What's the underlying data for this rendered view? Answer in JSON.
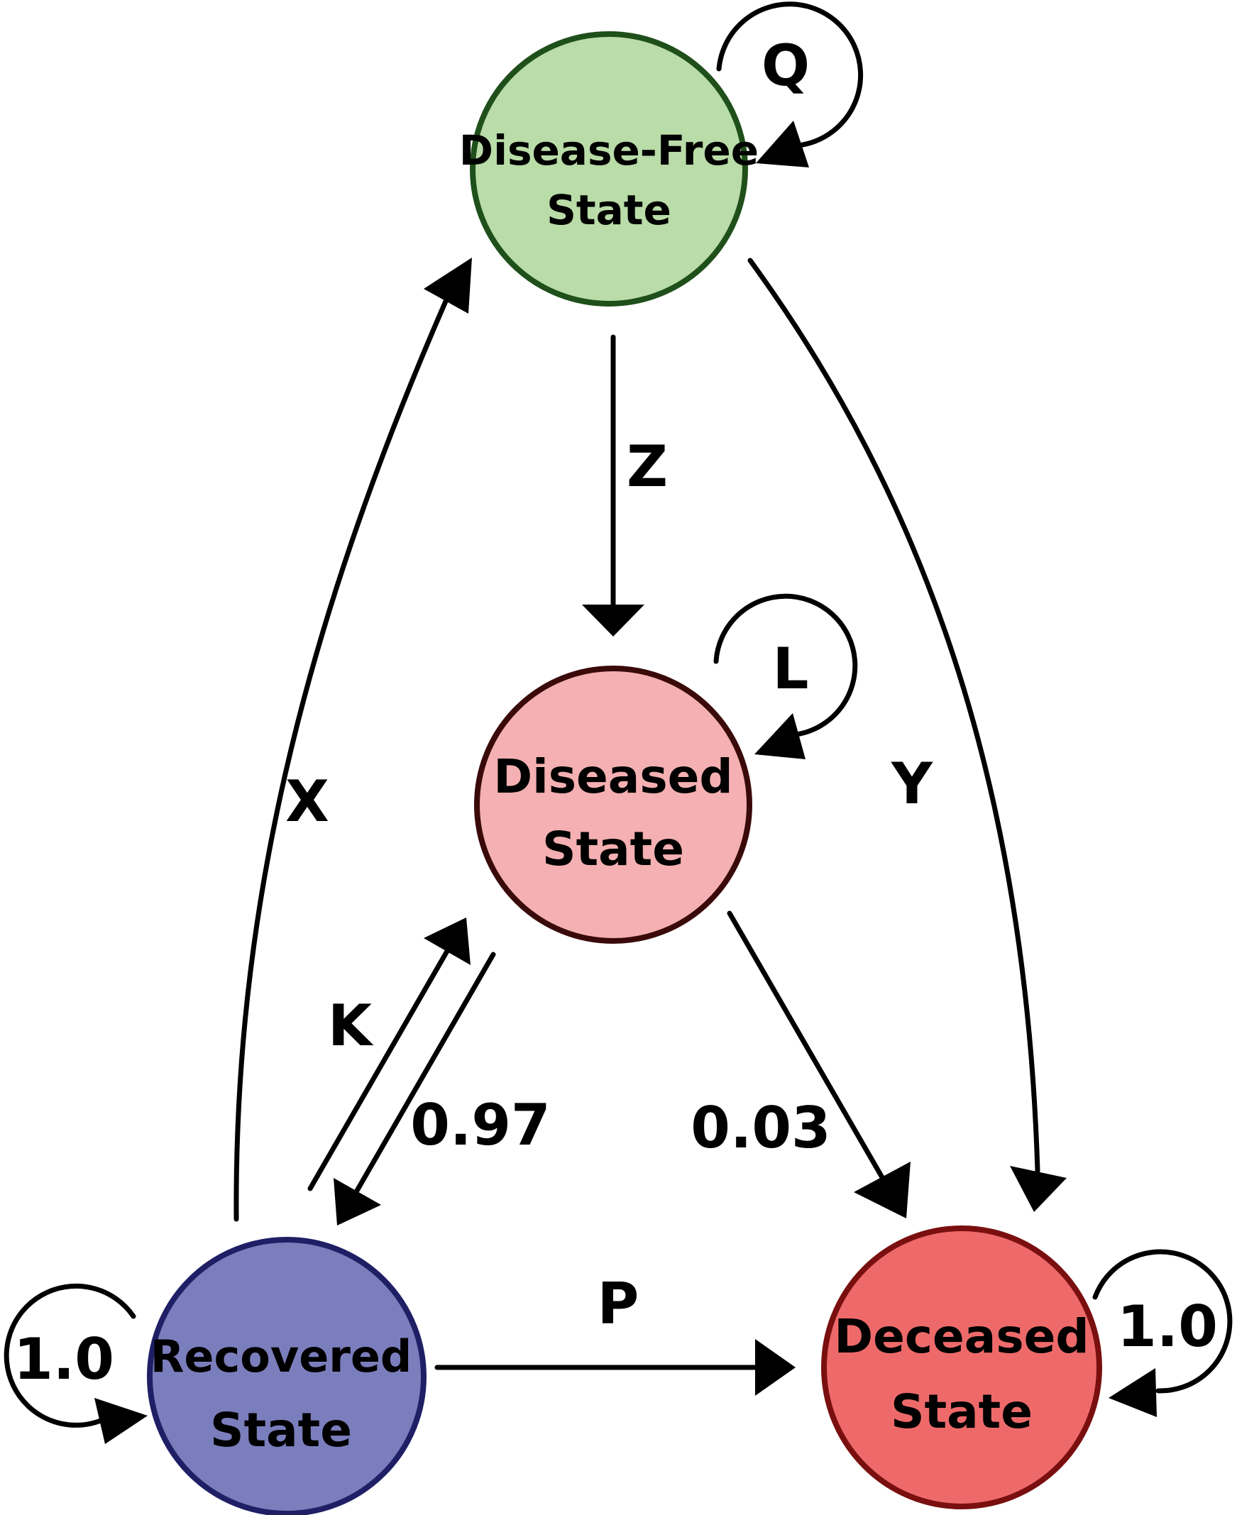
{
  "diagram": {
    "type": "state-transition",
    "nodes": [
      {
        "id": "disease_free",
        "label_lines": [
          "Disease-Free",
          "State"
        ],
        "fill": "#b9dca8",
        "stroke": "#1f4f1a"
      },
      {
        "id": "diseased",
        "label_lines": [
          "Diseased",
          "State"
        ],
        "fill": "#f4b0b2",
        "stroke": "#3a0a0a"
      },
      {
        "id": "recovered",
        "label_lines": [
          "Recovered",
          "State"
        ],
        "fill": "#7b7ebd",
        "stroke": "#1f1f66"
      },
      {
        "id": "deceased",
        "label_lines": [
          "Deceased",
          "State"
        ],
        "fill": "#ee6a6a",
        "stroke": "#7a0f0f"
      }
    ],
    "edges": [
      {
        "id": "q",
        "from": "disease_free",
        "to": "disease_free",
        "label": "Q"
      },
      {
        "id": "z",
        "from": "disease_free",
        "to": "diseased",
        "label": "Z"
      },
      {
        "id": "y",
        "from": "disease_free",
        "to": "deceased",
        "label": "Y"
      },
      {
        "id": "x",
        "from": "recovered",
        "to": "disease_free",
        "label": "X"
      },
      {
        "id": "l",
        "from": "diseased",
        "to": "diseased",
        "label": "L"
      },
      {
        "id": "k",
        "from": "recovered",
        "to": "diseased",
        "label": "K"
      },
      {
        "id": "d_to_r",
        "from": "diseased",
        "to": "recovered",
        "label": "0.97"
      },
      {
        "id": "d_to_dec",
        "from": "diseased",
        "to": "deceased",
        "label": "0.03"
      },
      {
        "id": "p",
        "from": "recovered",
        "to": "deceased",
        "label": "P"
      },
      {
        "id": "r_self",
        "from": "recovered",
        "to": "recovered",
        "label": "1.0"
      },
      {
        "id": "dec_self",
        "from": "deceased",
        "to": "deceased",
        "label": "1.0"
      }
    ]
  }
}
